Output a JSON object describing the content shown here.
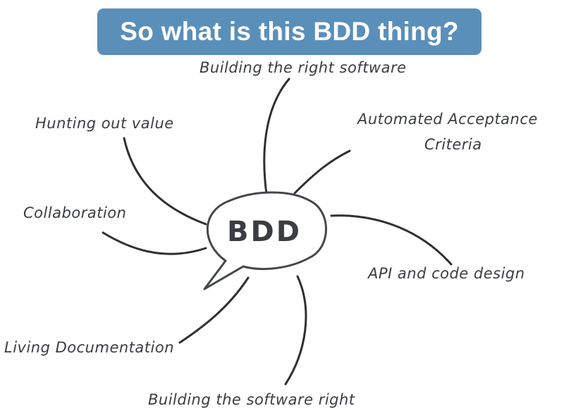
{
  "title": "So what is this BDD thing?",
  "center": "BDD",
  "labels": {
    "building_right_software": "Building the right software",
    "automated_line1": "Automated Acceptance",
    "automated_line2": "Criteria",
    "hunting": "Hunting out value",
    "collaboration": "Collaboration",
    "api": "API and code design",
    "living": "Living Documentation",
    "building_software_right": "Building the software right"
  },
  "colors": {
    "title_bg": "#5a8fba",
    "ink": "#3a3d42"
  }
}
